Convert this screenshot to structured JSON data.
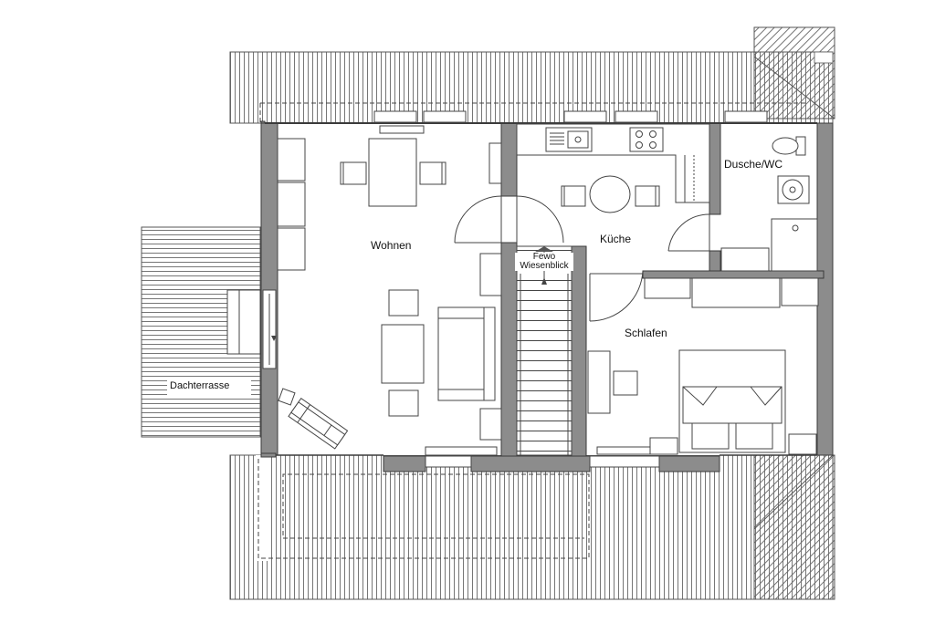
{
  "floor_plan": {
    "rooms": {
      "wohnen": "Wohnen",
      "kueche": "Küche",
      "dusche_wc": "Dusche/WC",
      "schlafen": "Schlafen",
      "dachterrasse": "Dachterrasse"
    },
    "stair_label": {
      "line1": "Fewo",
      "line2": "Wiesenblick"
    }
  }
}
